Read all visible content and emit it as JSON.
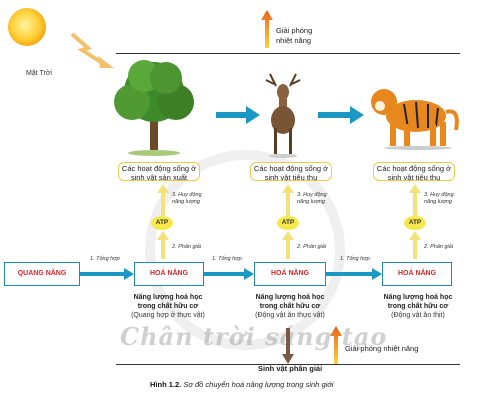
{
  "sun_label": "Mặt Trời",
  "heat_release_top": [
    "Giải phóng",
    "nhiệt năng"
  ],
  "heat_release_bottom": "Giải phóng nhiệt năng",
  "activities": [
    "Các hoạt động sống ở sinh vật sản xuất",
    "Các hoạt động sống ở sinh vật tiêu thụ",
    "Các hoạt động sống ở sinh vật tiêu thụ"
  ],
  "atp_label": "ATP",
  "usage_label": "3. Huy động năng lượng",
  "breakdown_label": "2. Phân giải",
  "synthesis_label": "1. Tổng hợp",
  "light_energy": "QUANG NĂNG",
  "chemical_energy": "HOÁ NĂNG",
  "captions": [
    {
      "line1": "Năng lượng hoá học",
      "line2": "trong chất hữu cơ",
      "line3": "(Quang hợp ở thực vật)"
    },
    {
      "line1": "Năng lượng hoá học",
      "line2": "trong chất hữu cơ",
      "line3": "(Động vật ăn thực vật)"
    },
    {
      "line1": "Năng lượng hoá học",
      "line2": "trong chất hữu cơ",
      "line3": "(Động vật ăn thịt)"
    }
  ],
  "decomposer": "Sinh vật phân giải",
  "watermark": "Chân trời sáng tạo",
  "figure_caption_bold": "Hình 1.2.",
  "figure_caption_text": "Sơ đồ chuyển hoá năng lượng trong sinh giới",
  "colors": {
    "blue_arrow": "#1a97c2",
    "heat_arrow": "#f08a2c",
    "decomp_arrow": "#7a5a45",
    "atp": "#f6e84a",
    "box_border": "#f5c842"
  }
}
